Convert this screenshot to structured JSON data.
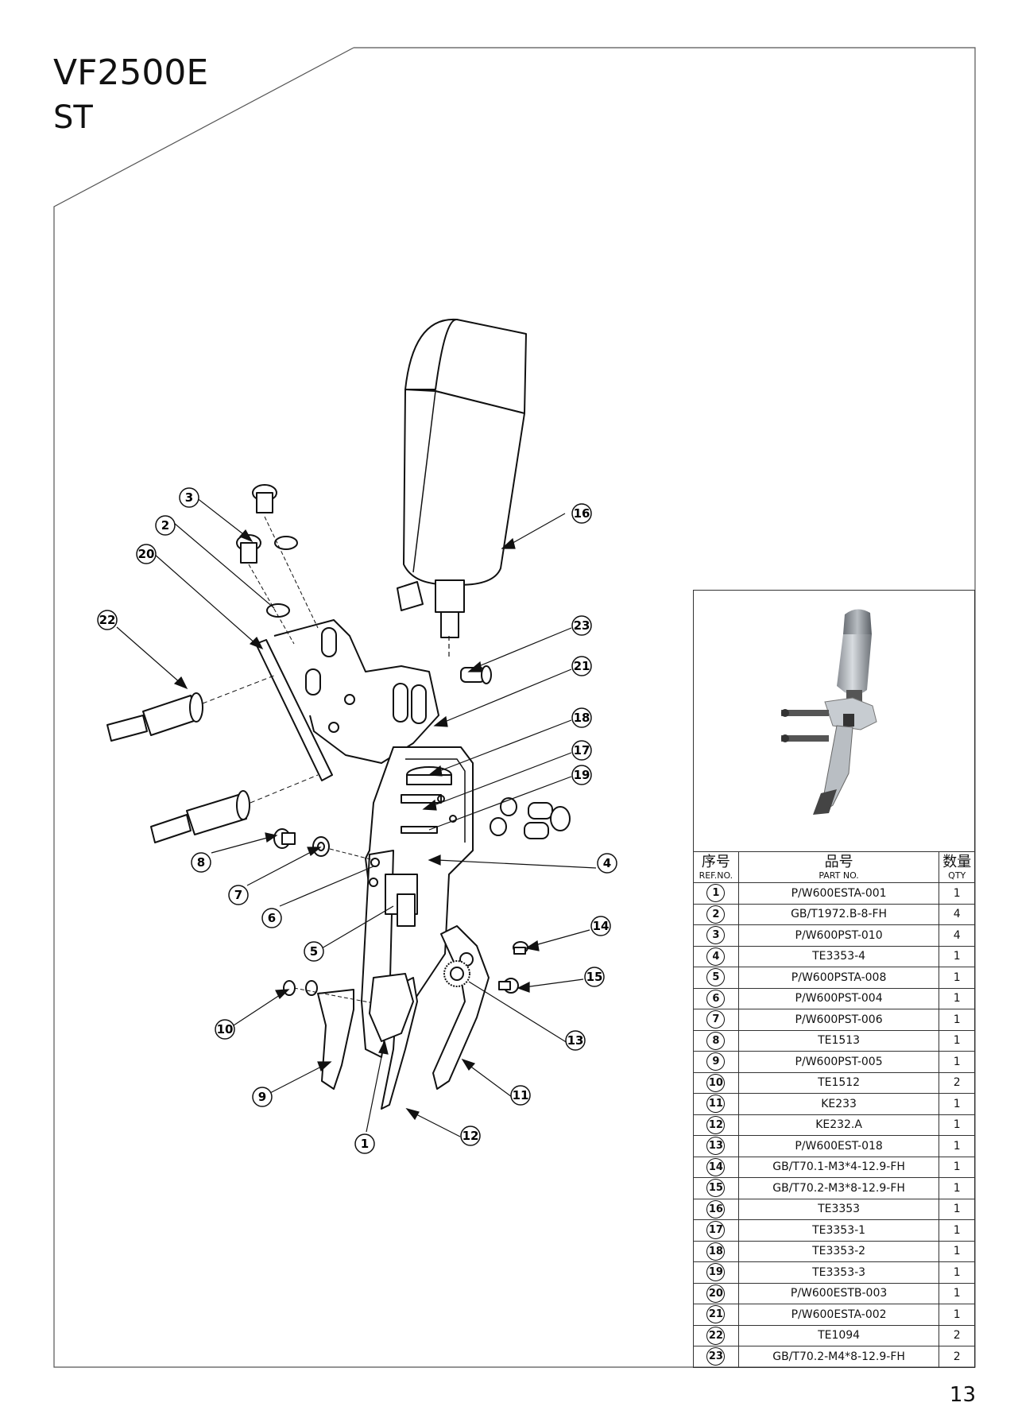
{
  "header": {
    "title": "VF2500E",
    "subtitle": "ST"
  },
  "page_number": "13",
  "table": {
    "header": {
      "ref_cn": "序号",
      "ref_en": "REF.NO.",
      "part_cn": "品号",
      "part_en": "PART NO.",
      "qty_cn": "数量",
      "qty_en": "QTY"
    },
    "rows": [
      {
        "ref": "1",
        "part": "P/W600ESTA-001",
        "qty": "1"
      },
      {
        "ref": "2",
        "part": "GB/T1972.B-8-FH",
        "qty": "4"
      },
      {
        "ref": "3",
        "part": "P/W600PST-010",
        "qty": "4"
      },
      {
        "ref": "4",
        "part": "TE3353-4",
        "qty": "1"
      },
      {
        "ref": "5",
        "part": "P/W600PSTA-008",
        "qty": "1"
      },
      {
        "ref": "6",
        "part": "P/W600PST-004",
        "qty": "1"
      },
      {
        "ref": "7",
        "part": "P/W600PST-006",
        "qty": "1"
      },
      {
        "ref": "8",
        "part": "TE1513",
        "qty": "1"
      },
      {
        "ref": "9",
        "part": "P/W600PST-005",
        "qty": "1"
      },
      {
        "ref": "10",
        "part": "TE1512",
        "qty": "2"
      },
      {
        "ref": "11",
        "part": "KE233",
        "qty": "1"
      },
      {
        "ref": "12",
        "part": "KE232.A",
        "qty": "1"
      },
      {
        "ref": "13",
        "part": "P/W600EST-018",
        "qty": "1"
      },
      {
        "ref": "14",
        "part": "GB/T70.1-M3*4-12.9-FH",
        "qty": "1"
      },
      {
        "ref": "15",
        "part": "GB/T70.2-M3*8-12.9-FH",
        "qty": "1"
      },
      {
        "ref": "16",
        "part": "TE3353",
        "qty": "1"
      },
      {
        "ref": "17",
        "part": "TE3353-1",
        "qty": "1"
      },
      {
        "ref": "18",
        "part": "TE3353-2",
        "qty": "1"
      },
      {
        "ref": "19",
        "part": "TE3353-3",
        "qty": "1"
      },
      {
        "ref": "20",
        "part": "P/W600ESTB-003",
        "qty": "1"
      },
      {
        "ref": "21",
        "part": "P/W600ESTA-002",
        "qty": "1"
      },
      {
        "ref": "22",
        "part": "TE1094",
        "qty": "2"
      },
      {
        "ref": "23",
        "part": "GB/T70.2-M4*8-12.9-FH",
        "qty": "2"
      }
    ]
  },
  "callouts": [
    "1",
    "2",
    "3",
    "4",
    "5",
    "6",
    "7",
    "8",
    "9",
    "10",
    "11",
    "12",
    "13",
    "14",
    "15",
    "16",
    "17",
    "18",
    "19",
    "20",
    "21",
    "22",
    "23"
  ]
}
